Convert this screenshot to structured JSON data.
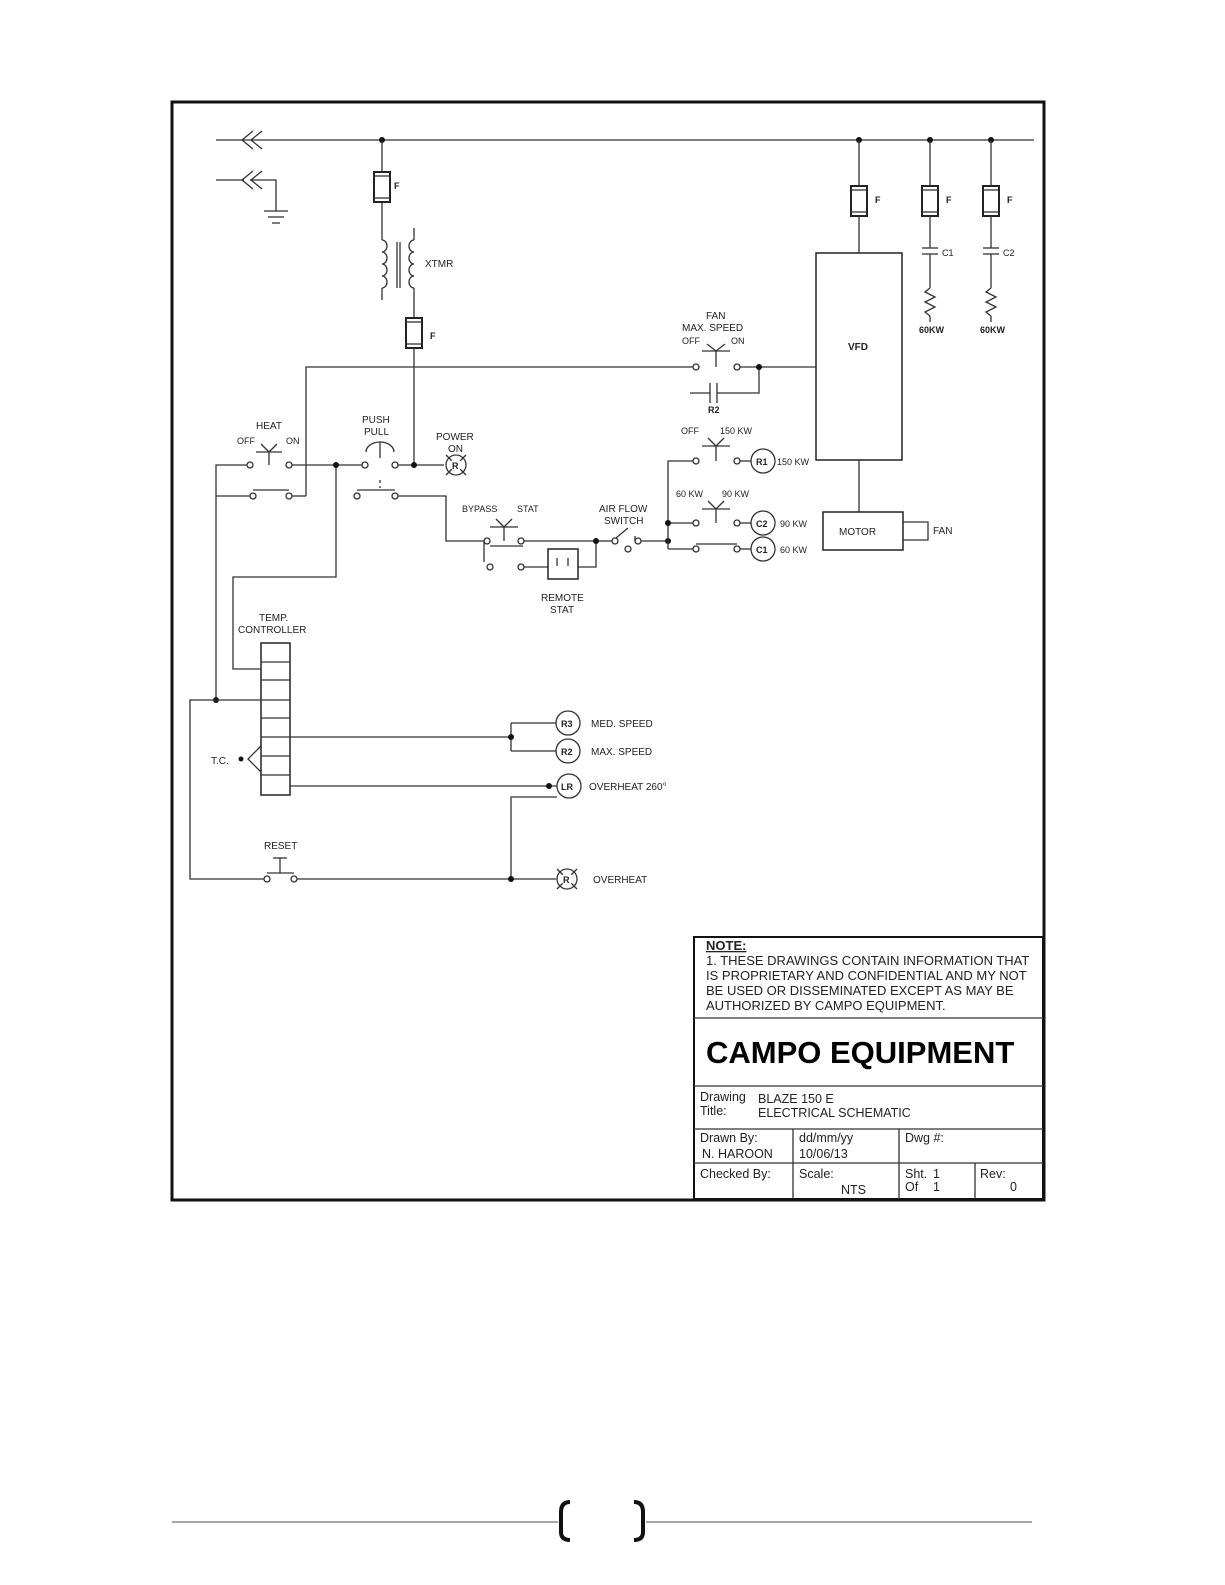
{
  "labels": {
    "xtmr": "XTMR",
    "fuse": "F",
    "c1": "C1",
    "c2": "C2",
    "kw60_a": "60KW",
    "kw60_b": "60KW",
    "vfd": "VFD",
    "fan_sw_title1": "FAN",
    "fan_sw_title2": "MAX. SPEED",
    "fan_sw_off": "OFF",
    "fan_sw_on": "ON",
    "r2": "R2",
    "heat": "HEAT",
    "heat_off": "OFF",
    "heat_on": "ON",
    "push": "PUSH",
    "pull": "PULL",
    "power1": "POWER",
    "power2": "ON",
    "r_lamp": "R",
    "stage_off": "OFF",
    "stage_150": "150 KW",
    "r1": "R1",
    "r1_kw": "150 KW",
    "stage_60": "60 KW",
    "stage_90": "90 KW",
    "c2_coil": "C2",
    "c2_kw": "90 KW",
    "c1_coil": "C1",
    "c1_kw": "60 KW",
    "motor": "MOTOR",
    "fan": "FAN",
    "bypass": "BYPASS",
    "stat": "STAT",
    "airflow1": "AIR FLOW",
    "airflow2": "SWITCH",
    "remote1": "REMOTE",
    "remote2": "STAT",
    "temp1": "TEMP.",
    "temp2": "CONTROLLER",
    "tc": "T.C.",
    "r3": "R3",
    "med_speed": "MED. SPEED",
    "r2_coil": "R2",
    "max_speed": "MAX. SPEED",
    "lr": "LR",
    "overheat260": "OVERHEAT 260°",
    "reset": "RESET",
    "r_oh": "R",
    "overheat": "OVERHEAT"
  },
  "title_block": {
    "note_heading": "NOTE:",
    "note_lines": [
      "1. THESE DRAWINGS CONTAIN INFORMATION THAT",
      "IS PROPRIETARY AND CONFIDENTIAL AND MY NOT",
      "BE USED OR DISSEMINATED EXCEPT AS MAY BE",
      "AUTHORIZED BY CAMPO EQUIPMENT."
    ],
    "company": "CAMPO EQUIPMENT",
    "drawing_label1": "Drawing",
    "drawing_label2": "Title:",
    "drawing_value1": "BLAZE 150 E",
    "drawing_value2": "ELECTRICAL SCHEMATIC",
    "drawn_by_label": "Drawn By:",
    "drawn_by_value": "N. HAROON",
    "date_label": "dd/mm/yy",
    "date_value": "10/06/13",
    "dwg_label": "Dwg #:",
    "checked_label": "Checked By:",
    "scale_label": "Scale:",
    "scale_value": "NTS",
    "sht_label": "Sht.",
    "sht_value": "1",
    "of_label": "Of",
    "of_value": "1",
    "rev_label": "Rev:",
    "rev_value": "0"
  }
}
